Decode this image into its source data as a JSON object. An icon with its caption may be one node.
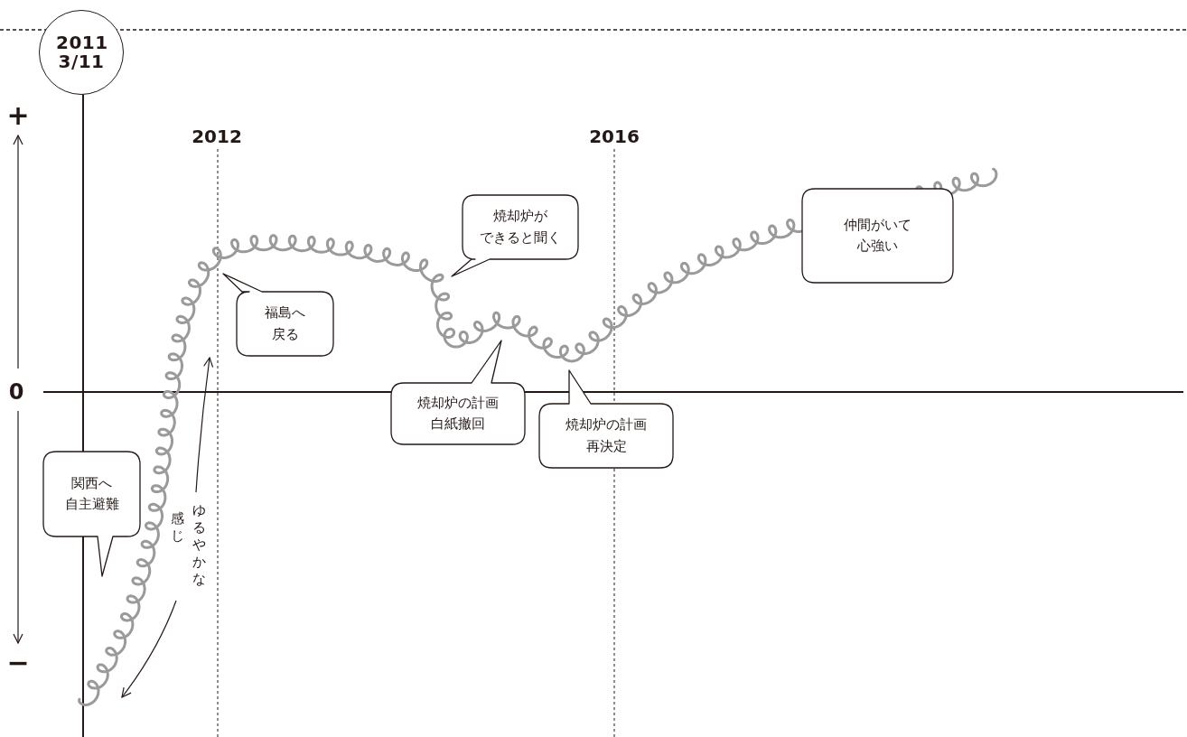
{
  "diagram": {
    "nodes": [
      {
        "text": [
          "2011 3/11"
        ]
      },
      {
        "text": [
          "関西へ自主避難"
        ]
      },
      {
        "text": [
          "福島へ戻る"
        ]
      },
      {
        "text": [
          "焼却炉ができると聞く"
        ]
      },
      {
        "text": [
          "焼却炉の計画白紙撤回"
        ]
      },
      {
        "text": [
          "焼却炉の計画再決定"
        ]
      },
      {
        "text": [
          "仲間がいて心強い"
        ]
      }
    ],
    "labels": [
      "+",
      "2012",
      "2016",
      "0",
      "ゆるやかな",
      "感じ",
      "−"
    ]
  }
}
